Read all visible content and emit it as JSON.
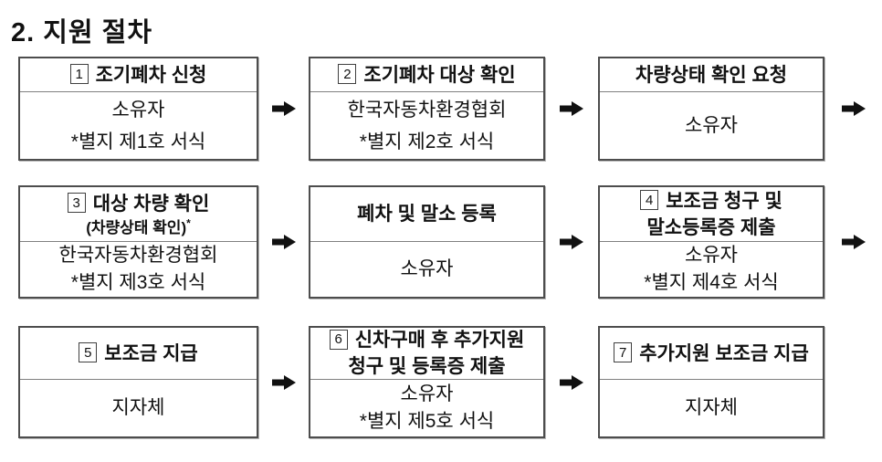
{
  "page": {
    "title": "2. 지원 절차"
  },
  "colors": {
    "border": "#4d4d4d",
    "divider": "#808080",
    "arrow": "#111111",
    "text": "#111111"
  },
  "flow": {
    "rows": [
      {
        "boxes": [
          {
            "badge": "1",
            "title_lines": [
              "조기폐차 신청"
            ],
            "body_lines": [
              "소유자",
              "*별지 제1호 서식"
            ]
          },
          {
            "badge": "2",
            "title_lines": [
              "조기폐차 대상 확인"
            ],
            "body_lines": [
              "한국자동차환경협회",
              "*별지 제2호 서식"
            ]
          },
          {
            "title_lines": [
              "차량상태 확인 요청"
            ],
            "body_lines": [
              "소유자"
            ]
          }
        ],
        "trailing_arrow": true
      },
      {
        "boxes": [
          {
            "badge": "3",
            "title_lines": [
              "대상 차량 확인"
            ],
            "subtitle": "(차량상태 확인)",
            "subtitle_sup": "*",
            "body_lines": [
              "한국자동차환경협회",
              "*별지 제3호 서식"
            ]
          },
          {
            "title_lines": [
              "폐차 및 말소 등록"
            ],
            "body_lines": [
              "소유자"
            ]
          },
          {
            "badge": "4",
            "title_lines": [
              "보조금 청구 및",
              "말소등록증 제출"
            ],
            "body_lines": [
              "소유자",
              "*별지 제4호 서식"
            ]
          }
        ],
        "trailing_arrow": true
      },
      {
        "boxes": [
          {
            "badge": "5",
            "title_lines": [
              "보조금 지급"
            ],
            "body_lines": [
              "지자체"
            ]
          },
          {
            "badge": "6",
            "title_lines": [
              "신차구매 후 추가지원",
              "청구 및 등록증 제출"
            ],
            "body_lines": [
              "소유자",
              "*별지 제5호 서식"
            ]
          },
          {
            "badge": "7",
            "title_lines": [
              "추가지원 보조금 지급"
            ],
            "body_lines": [
              "지자체"
            ]
          }
        ],
        "trailing_arrow": false
      }
    ]
  }
}
